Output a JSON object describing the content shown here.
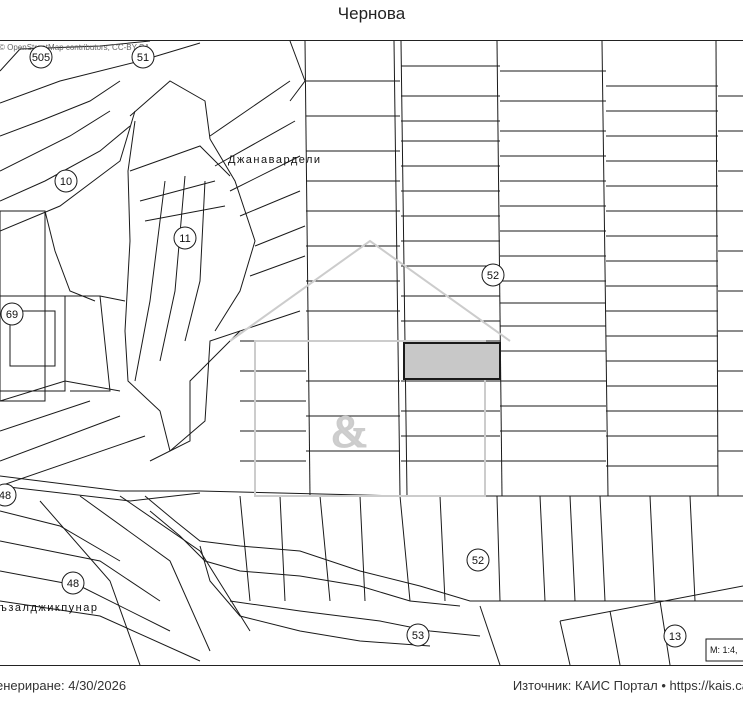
{
  "title": "Чернова",
  "attribution": "© OpenStreetMap contributors, CC-BY-SA",
  "place_names": {
    "dzhanavardeli": "Джанавардели",
    "kazaldzhikpunar": "ъзалджикпунар"
  },
  "parcel_labels": {
    "p505": "505",
    "p51": "51",
    "p10": "10",
    "p11": "11",
    "p69": "69",
    "p52_top": "52",
    "p52_bottom": "52",
    "p48_left": "48",
    "p48_bottom": "48",
    "p53": "53",
    "p13": "13"
  },
  "scale_label": "М: 1:4,",
  "watermark_text": "&",
  "footer": {
    "generated": "енериране: 4/30/2026",
    "source": "Източник: КАИС Портал • https://kais.ca"
  },
  "colors": {
    "highlight_parcel": "#c8c8c8",
    "line": "#1a1a1a",
    "watermark": "#cfcfcf"
  }
}
